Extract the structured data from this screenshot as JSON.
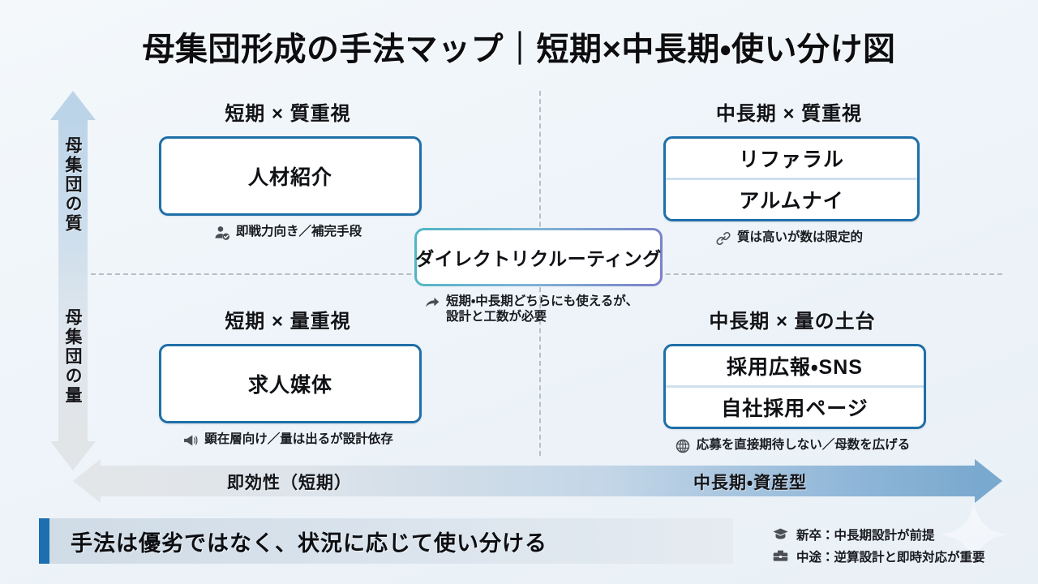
{
  "slide": {
    "title": "母集団形成の手法マップ｜短期×中長期・使い分け図",
    "background_color": "#eef4f9",
    "accent_color": "#1f6fa8"
  },
  "axes": {
    "vertical": {
      "icon": "up-down-arrow-icon",
      "top_label": "母集団の質",
      "bottom_label": "母集団の量",
      "top_color": "#bcd4e8",
      "bottom_color": "#e2e5e8"
    },
    "horizontal": {
      "icon": "left-right-arrow-icon",
      "left_label": "即効性（短期）",
      "right_label": "中長期・資産型",
      "left_color": "#e3e6e9",
      "right_color": "#7aa9cf"
    }
  },
  "quadrants": [
    {
      "id": "top-left",
      "title": "短期 × 質重視",
      "cards": [
        "人材紹介"
      ],
      "note_icon": "person-check-icon",
      "note": "即戦力向き／補完手段"
    },
    {
      "id": "top-right",
      "title": "中長期 × 質重視",
      "cards": [
        "リファラル",
        "アルムナイ"
      ],
      "note_icon": "link-icon",
      "note": "質は高いが数は限定的"
    },
    {
      "id": "bottom-left",
      "title": "短期 × 量重視",
      "cards": [
        "求人媒体"
      ],
      "note_icon": "megaphone-icon",
      "note": "顕在層向け／量は出るが設計依存"
    },
    {
      "id": "bottom-right",
      "title": "中長期 × 量の土台",
      "cards": [
        "採用広報・SNS",
        "自社採用ページ"
      ],
      "note_icon": "globe-icon",
      "note": "応募を直接期待しない／母数を広げる"
    }
  ],
  "center": {
    "label": "ダイレクトリクルーティング",
    "note_icon": "curved-arrow-icon",
    "note": "短期・中長期どちらにも使えるが、\n設計と工数が必要",
    "border_gradient": [
      "#4fb5c4",
      "#7b7fc8"
    ]
  },
  "footer": {
    "accent_color": "#1d6fb0",
    "text": "手法は優劣ではなく、状況に応じて使い分ける"
  },
  "legend": [
    {
      "icon": "graduation-cap-icon",
      "text": "新卒：中長期設計が前提"
    },
    {
      "icon": "briefcase-icon",
      "text": "中途：逆算設計と即時対応が重要"
    }
  ]
}
